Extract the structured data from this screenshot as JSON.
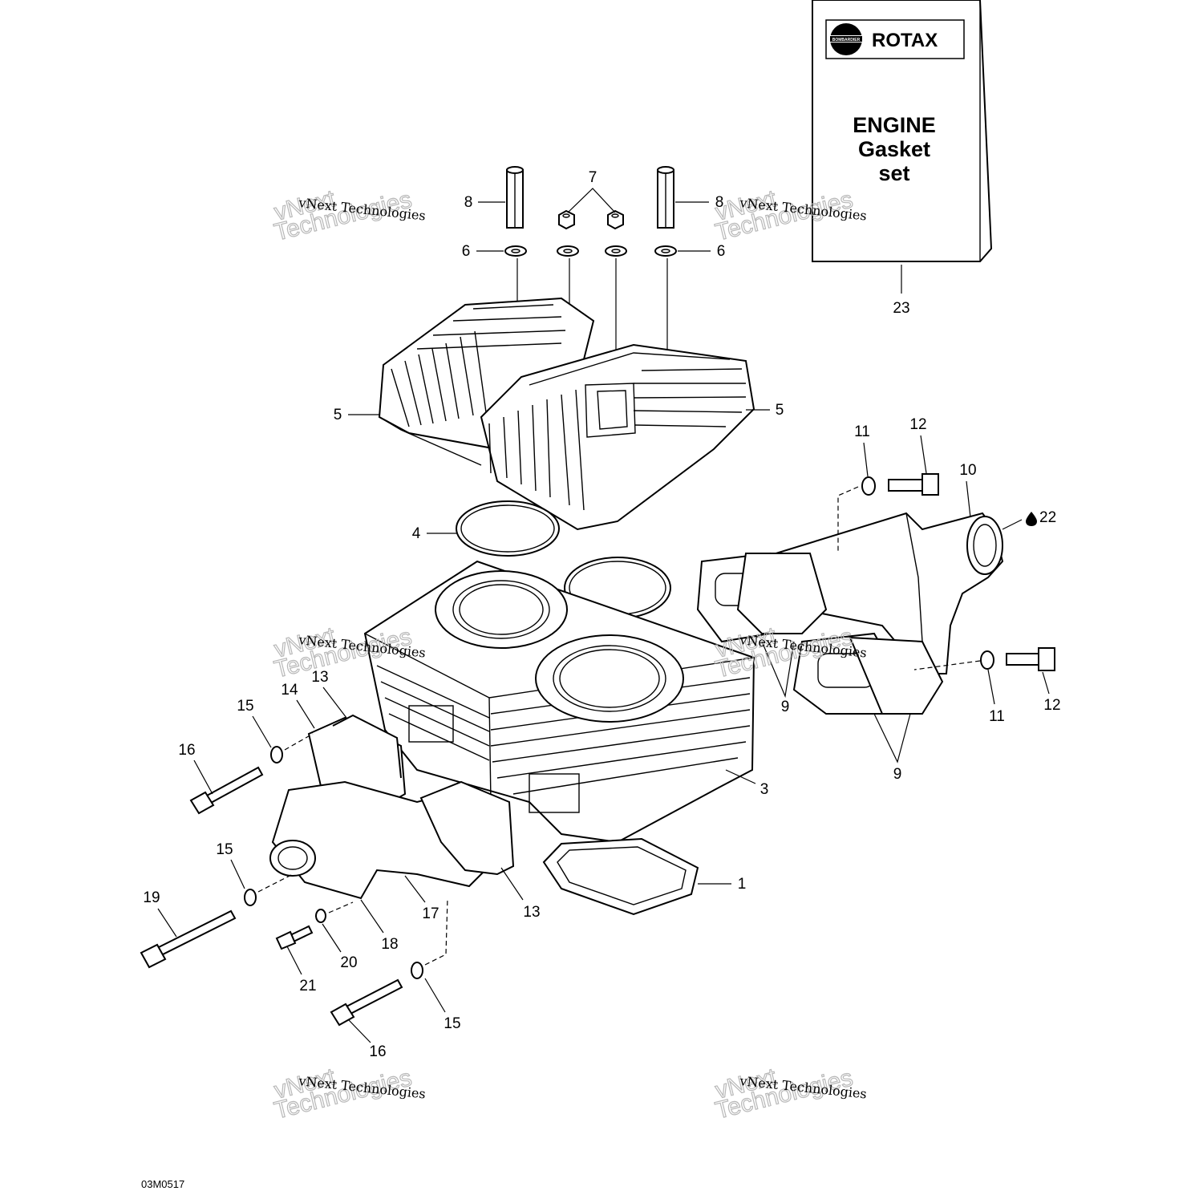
{
  "gasket_set": {
    "brand": "ROTAX",
    "brand_small": "BOMBARDIER",
    "title_line1": "ENGINE",
    "title_line2": "Gasket",
    "title_line3": "set"
  },
  "watermark": {
    "line1": "vNext Technologies",
    "outline_word1": "vNext",
    "outline_word2": "Technologies"
  },
  "drawing_code": "03M0517",
  "callouts": {
    "c1": "1",
    "c3": "3",
    "c4": "4",
    "c5a": "5",
    "c5b": "5",
    "c6a": "6",
    "c6b": "6",
    "c7": "7",
    "c8a": "8",
    "c8b": "8",
    "c9a": "9",
    "c9b": "9",
    "c10": "10",
    "c11a": "11",
    "c11b": "11",
    "c12a": "12",
    "c12b": "12",
    "c13a": "13",
    "c13b": "13",
    "c14": "14",
    "c15a": "15",
    "c15b": "15",
    "c15c": "15",
    "c16a": "16",
    "c16b": "16",
    "c17": "17",
    "c18": "18",
    "c19": "19",
    "c20": "20",
    "c21": "21",
    "c22": "22",
    "c23": "23"
  }
}
